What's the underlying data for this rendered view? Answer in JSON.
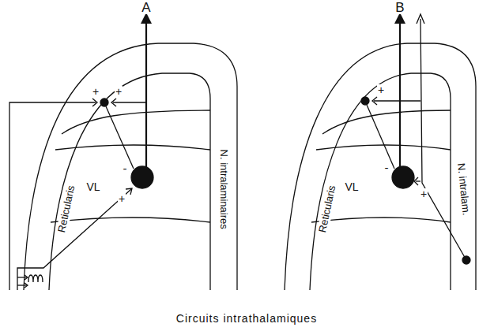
{
  "diagram": {
    "caption": "Circuits intrathalamiques",
    "nodes": [
      {
        "text": [
          "Reticularis"
        ]
      },
      {
        "text": [
          "VL"
        ]
      },
      {
        "text": [
          "N. intralaminaires"
        ]
      },
      {
        "text": [
          "Reticularis"
        ]
      },
      {
        "text": [
          "VL"
        ]
      },
      {
        "text": [
          "N. intralam."
        ]
      }
    ],
    "labels": [
      "A",
      "B",
      "+",
      "+",
      "-",
      "+",
      "+",
      "-",
      "+"
    ]
  }
}
